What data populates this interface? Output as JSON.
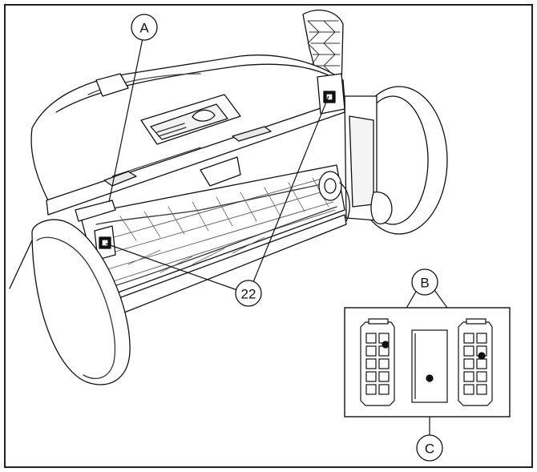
{
  "callouts": {
    "a": "A",
    "b": "B",
    "c": "C",
    "n22": "22"
  }
}
